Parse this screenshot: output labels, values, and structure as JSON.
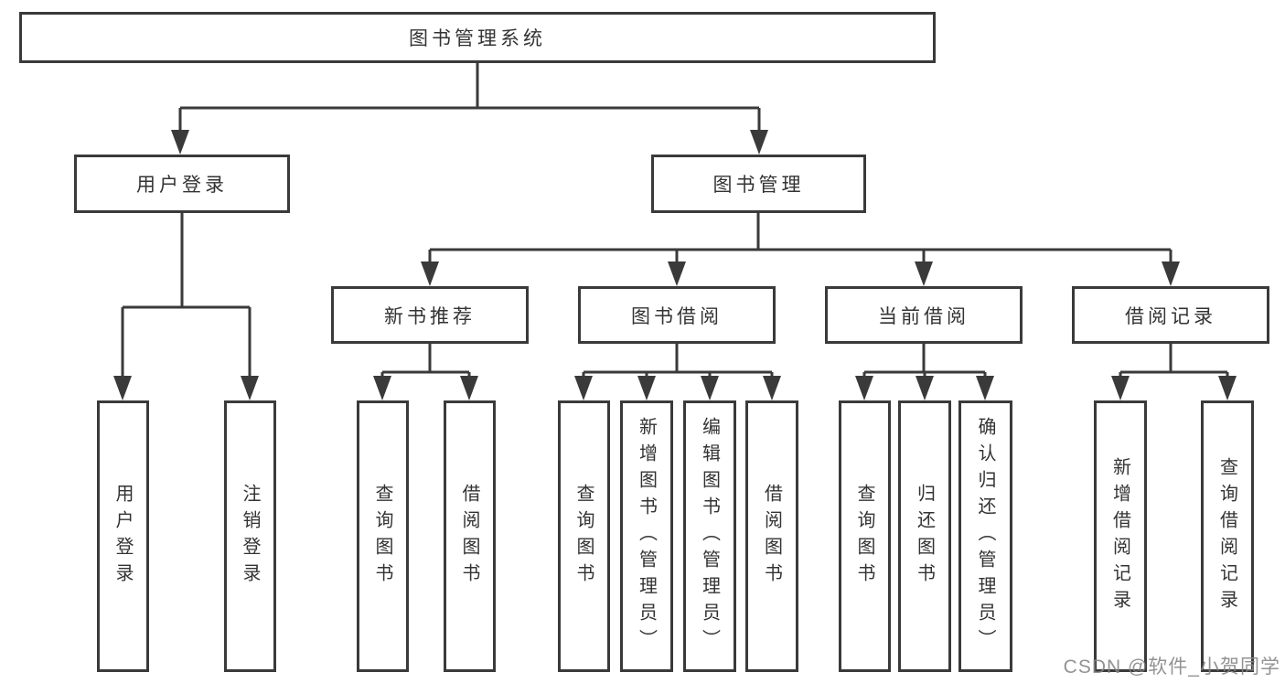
{
  "colors": {
    "line": "#3a3a3a",
    "box_border": "#3a3a3a",
    "text": "#333333",
    "background": "#ffffff",
    "watermark": "#848484"
  },
  "tree": {
    "root": {
      "label": "图书管理系统"
    },
    "user_login": {
      "label": "用户登录",
      "children": [
        {
          "label": "用户登录"
        },
        {
          "label": "注销登录"
        }
      ]
    },
    "book_management": {
      "label": "图书管理",
      "groups": [
        {
          "label": "新书推荐",
          "children": [
            {
              "label": "查询图书"
            },
            {
              "label": "借阅图书"
            }
          ]
        },
        {
          "label": "图书借阅",
          "children": [
            {
              "label": "查询图书"
            },
            {
              "label": "新增图书（管理员）"
            },
            {
              "label": "编辑图书（管理员）"
            },
            {
              "label": "借阅图书"
            }
          ]
        },
        {
          "label": "当前借阅",
          "children": [
            {
              "label": "查询图书"
            },
            {
              "label": "归还图书"
            },
            {
              "label": "确认归还（管理员）"
            }
          ]
        },
        {
          "label": "借阅记录",
          "children": [
            {
              "label": "新增借阅记录"
            },
            {
              "label": "查询借阅记录"
            }
          ]
        }
      ]
    }
  },
  "watermark": {
    "text": "CSDN @软件_小贺同学"
  }
}
